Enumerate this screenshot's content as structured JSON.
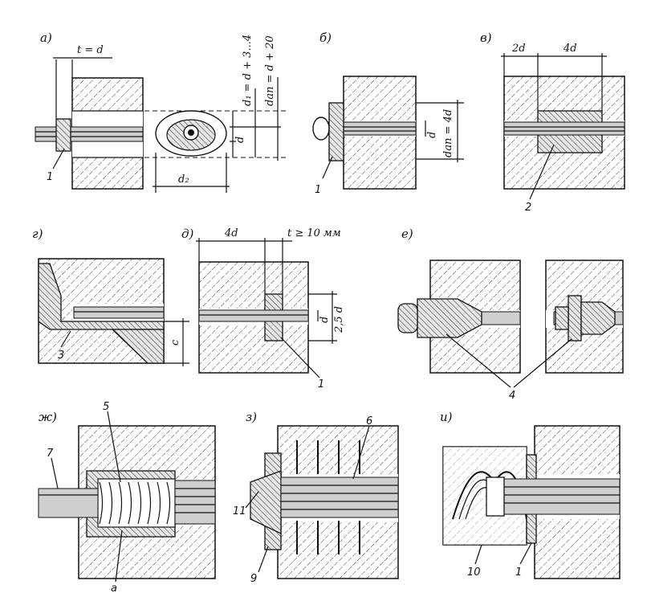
{
  "panels": {
    "a": {
      "label": "а)",
      "t_label": "t = d",
      "d1_label": "d₁ = d + 3...4",
      "dan_label": "dan = d + 20",
      "d_label": "d",
      "d2_label": "d₂",
      "callout": "1"
    },
    "b": {
      "label": "б)",
      "d_label": "d",
      "dan_label": "dan = 4d",
      "callout": "1"
    },
    "v": {
      "label": "в)",
      "dim1": "2d",
      "dim2": "4d",
      "callout": "2"
    },
    "g": {
      "label": "г)",
      "c_label": "c",
      "callout": "3"
    },
    "d": {
      "label": "д)",
      "dim1": "4d",
      "t_label": "t ≥ 10 мм",
      "d_label": "d",
      "d25_label": "2,5 d",
      "callout": "1"
    },
    "e": {
      "label": "е)",
      "callout": "4"
    },
    "zh": {
      "label": "ж)",
      "callout_top": "5",
      "callout_left": "7",
      "callout_bottom": "a"
    },
    "z": {
      "label": "з)",
      "callout_top": "6",
      "callout_left": "11",
      "callout_bottom": "9"
    },
    "i": {
      "label": "и)",
      "callout_left": "10",
      "callout_right": "1"
    }
  }
}
